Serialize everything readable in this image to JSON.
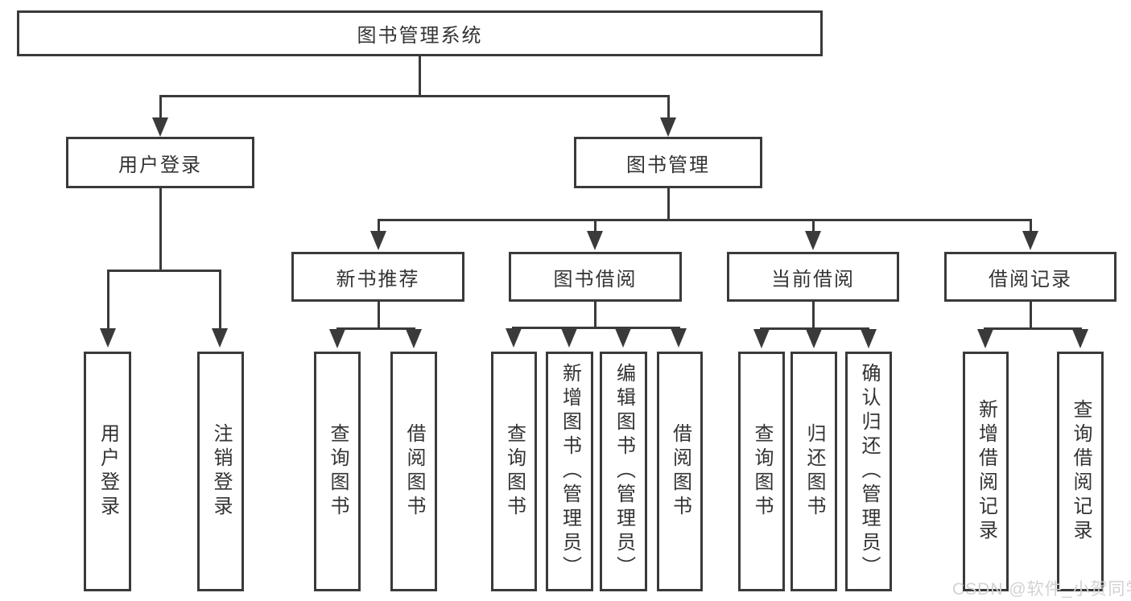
{
  "diagram": {
    "root": "图书管理系统",
    "level2": [
      "用户登录",
      "图书管理"
    ],
    "level3": [
      "新书推荐",
      "图书借阅",
      "当前借阅",
      "借阅记录"
    ],
    "leaves": [
      "用户登录",
      "注销登录",
      "查询图书",
      "借阅图书",
      "查询图书",
      "新增图书（管理员）",
      "编辑图书（管理员）",
      "借阅图书",
      "查询图书",
      "归还图书",
      "确认归还（管理员）",
      "新增借阅记录",
      "查询借阅记录"
    ]
  },
  "watermark": "CSDN @软件_小贺同学",
  "colors": {
    "line": "#3a3a3a",
    "text": "#333333",
    "background": "#ffffff",
    "watermark": "#d2d2d2"
  }
}
